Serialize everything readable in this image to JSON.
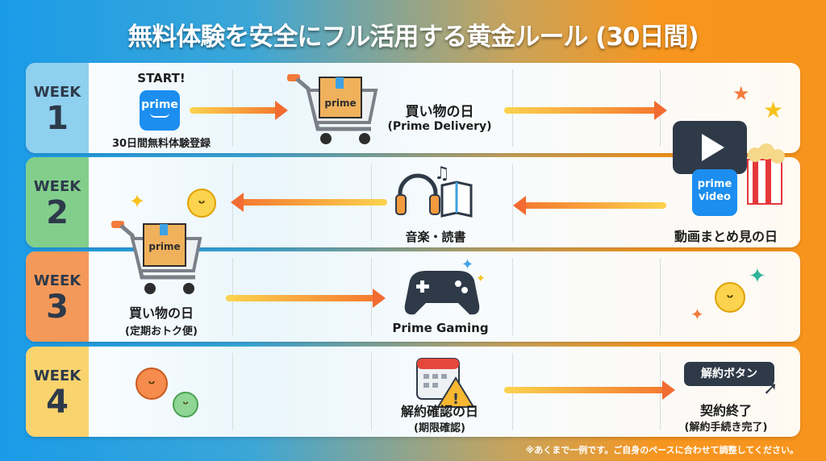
{
  "title": "無料体験を安全にフル活用する黄金ルール (30日間)",
  "week_label": "WEEK",
  "weeks": [
    {
      "number": "1",
      "color": "#8fd0ef"
    },
    {
      "number": "2",
      "color": "#82cf8c"
    },
    {
      "number": "3",
      "color": "#f5995a"
    },
    {
      "number": "4",
      "color": "#f9d36d"
    }
  ],
  "steps": {
    "start": {
      "badge": "START!",
      "icon_text": "prime",
      "label": "30日間無料体験登録"
    },
    "shopping1": {
      "box_text": "prime",
      "label": "買い物の日",
      "sub": "(Prime Delivery)"
    },
    "video": {
      "badge_line1": "prime",
      "badge_line2": "video",
      "label": "動画まとめ見の日"
    },
    "music": {
      "label": "音楽・読書"
    },
    "shopping2": {
      "box_text": "prime",
      "label": "買い物の日",
      "sub": "(定期おトク便)"
    },
    "gaming": {
      "label": "Prime Gaming"
    },
    "check": {
      "label": "解約確認の日",
      "sub": "(期限確認)"
    },
    "cancel": {
      "button": "解約ボタン",
      "label": "契約終了",
      "sub": "(解約手続き完了)"
    }
  },
  "footnote": "※あくまで一例です。ご自身のペースに合わせて調整してください。"
}
